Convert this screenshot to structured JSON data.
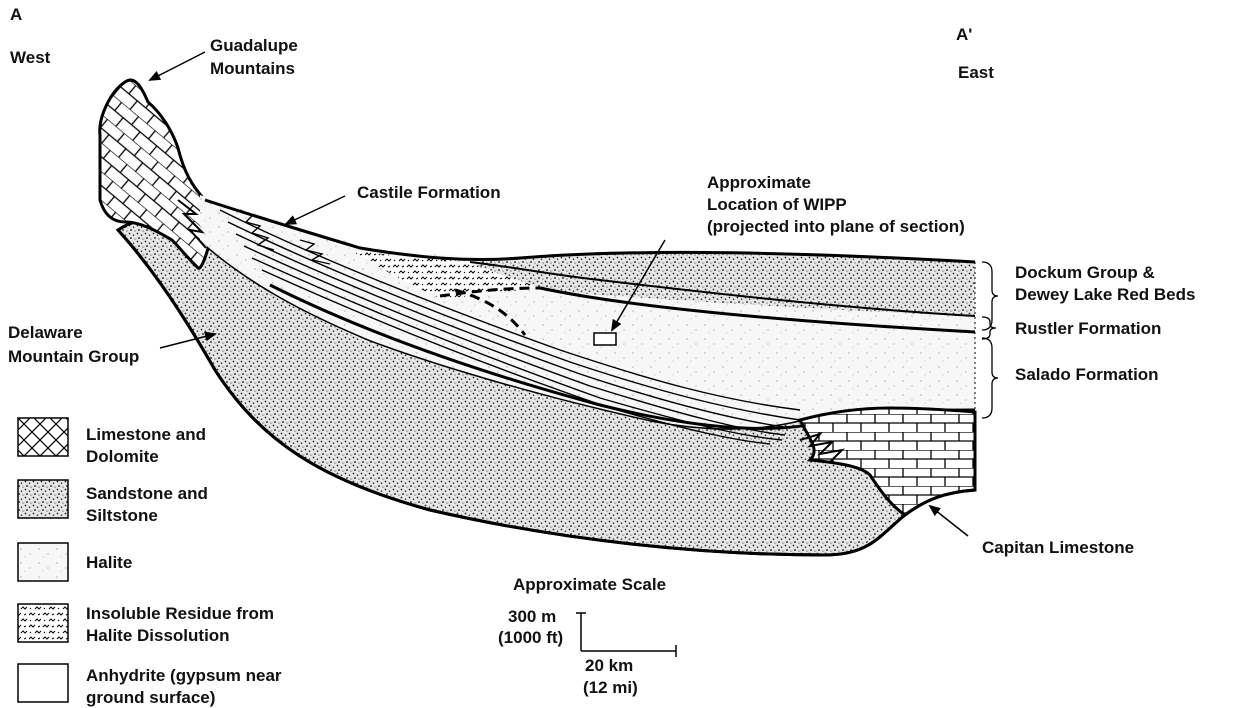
{
  "section": {
    "west_marker": "A",
    "west_label": "West",
    "east_marker": "A'",
    "east_label": "East"
  },
  "labels": {
    "guadalupe_line1": "Guadalupe",
    "guadalupe_line2": "Mountains",
    "castile": "Castile Formation",
    "wipp_line1": "Approximate",
    "wipp_line2": "Location of WIPP",
    "wipp_line3": "(projected into plane of section)",
    "dockum_line1": "Dockum Group &",
    "dockum_line2": "Dewey Lake Red Beds",
    "rustler": "Rustler Formation",
    "salado": "Salado Formation",
    "delaware_line1": "Delaware",
    "delaware_line2": "Mountain Group",
    "capitan": "Capitan Limestone"
  },
  "legend": [
    {
      "pattern": "limestone-brick",
      "line1": "Limestone and",
      "line2": "Dolomite"
    },
    {
      "pattern": "sandstone-stipple",
      "line1": "Sandstone and",
      "line2": "Siltstone"
    },
    {
      "pattern": "halite-sparse",
      "line1": "Halite",
      "line2": ""
    },
    {
      "pattern": "residue-squiggle",
      "line1": "Insoluble Residue from",
      "line2": "Halite Dissolution"
    },
    {
      "pattern": "anhydrite-blank",
      "line1": "Anhydrite (gypsum near",
      "line2": "ground surface)"
    }
  ],
  "scale": {
    "title": "Approximate Scale",
    "vertical_line1": "300 m",
    "vertical_line2": "(1000 ft)",
    "horizontal_line1": "20 km",
    "horizontal_line2": "(12 mi)"
  }
}
